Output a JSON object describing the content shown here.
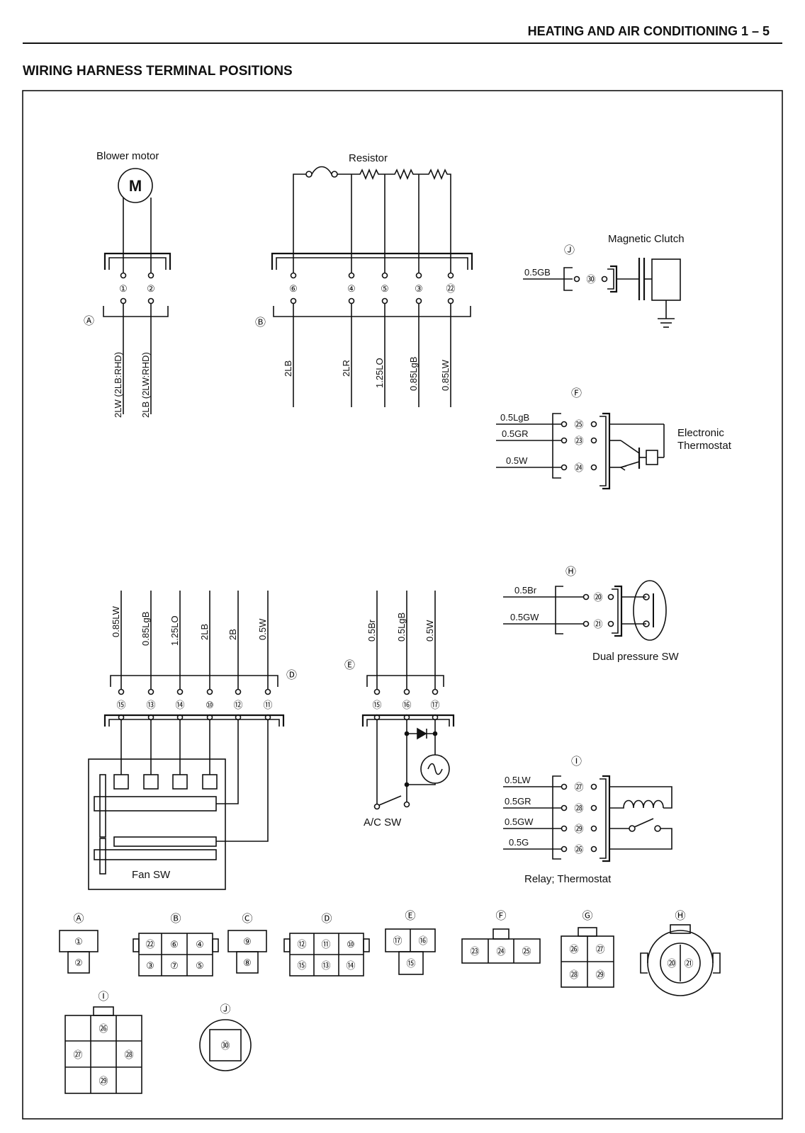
{
  "header": {
    "title": "HEATING AND AIR CONDITIONING 1 – 5",
    "section_title": "WIRING HARNESS TERMINAL POSITIONS"
  },
  "components": {
    "blower_motor": "Blower motor",
    "motor_symbol": "M",
    "resistor": "Resistor",
    "magnetic_clutch": "Magnetic Clutch",
    "electronic_thermostat_line1": "Electronic",
    "electronic_thermostat_line2": "Thermostat",
    "dual_pressure_sw": "Dual pressure SW",
    "relay_thermostat": "Relay; Thermostat",
    "ac_sw": "A/C SW",
    "fan_sw": "Fan SW"
  },
  "connector_A": {
    "label": "Ⓐ",
    "terminals": [
      "①",
      "②"
    ],
    "wires": [
      "2LW (2LB:RHD)",
      "2LB (2LW:RHD)"
    ]
  },
  "connector_B": {
    "label": "Ⓑ",
    "terminals": [
      "⑥",
      "④",
      "⑤",
      "③",
      "㉒"
    ],
    "wires": [
      "2LB",
      "2LR",
      "1.25LO",
      "0.85LgB",
      "0.85LW"
    ]
  },
  "connector_J": {
    "label": "Ⓙ",
    "terminal": "㉚",
    "wire": "0.5GB"
  },
  "connector_F": {
    "label": "Ⓕ",
    "terminals": [
      "㉕",
      "㉓",
      "㉔"
    ],
    "wires": [
      "0.5LgB",
      "0.5GR",
      "0.5W"
    ]
  },
  "connector_H": {
    "label": "Ⓗ",
    "terminals": [
      "⑳",
      "㉑"
    ],
    "wires": [
      "0.5Br",
      "0.5GW"
    ]
  },
  "connector_D": {
    "label": "Ⓓ",
    "terminals": [
      "⑮",
      "⑬",
      "⑭",
      "⑩",
      "⑫",
      "⑪"
    ],
    "wires": [
      "0.85LW",
      "0.85LgB",
      "1.25LO",
      "2LB",
      "2B",
      "0.5W"
    ]
  },
  "connector_E": {
    "label": "Ⓔ",
    "terminals": [
      "⑮",
      "⑯",
      "⑰"
    ],
    "wires": [
      "0.5Br",
      "0.5LgB",
      "0.5W"
    ]
  },
  "connector_I": {
    "label": "Ⓘ",
    "terminals": [
      "㉗",
      "㉘",
      "㉙",
      "㉖"
    ],
    "wires": [
      "0.5LW",
      "0.5GR",
      "0.5GW",
      "0.5G"
    ]
  },
  "faces": {
    "A": {
      "label": "Ⓐ",
      "top": "①",
      "bottom": "②"
    },
    "B": {
      "label": "Ⓑ",
      "row1": [
        "㉒",
        "⑥",
        "④"
      ],
      "row2": [
        "③",
        "⑦",
        "⑤"
      ]
    },
    "C": {
      "label": "Ⓒ",
      "top": "⑨",
      "bottom": "⑧"
    },
    "D": {
      "label": "Ⓓ",
      "row1": [
        "⑫",
        "⑪",
        "⑩"
      ],
      "row2": [
        "⑮",
        "⑬",
        "⑭"
      ]
    },
    "E": {
      "label": "Ⓔ",
      "row1": [
        "⑰",
        "⑯"
      ],
      "bottom": "⑮"
    },
    "F": {
      "label": "Ⓕ",
      "row1": [
        "㉓",
        "㉔",
        "㉕"
      ]
    },
    "G": {
      "label": "Ⓖ",
      "row1": [
        "㉖",
        "㉗"
      ],
      "row2": [
        "㉘",
        "㉙"
      ]
    },
    "H": {
      "label": "Ⓗ",
      "pins": [
        "⑳",
        "㉑"
      ]
    },
    "I": {
      "label": "Ⓘ",
      "top": "㉖",
      "left": "㉗",
      "right": "㉘",
      "bottom": "㉙"
    },
    "J": {
      "label": "Ⓙ",
      "pin": "㉚"
    }
  }
}
